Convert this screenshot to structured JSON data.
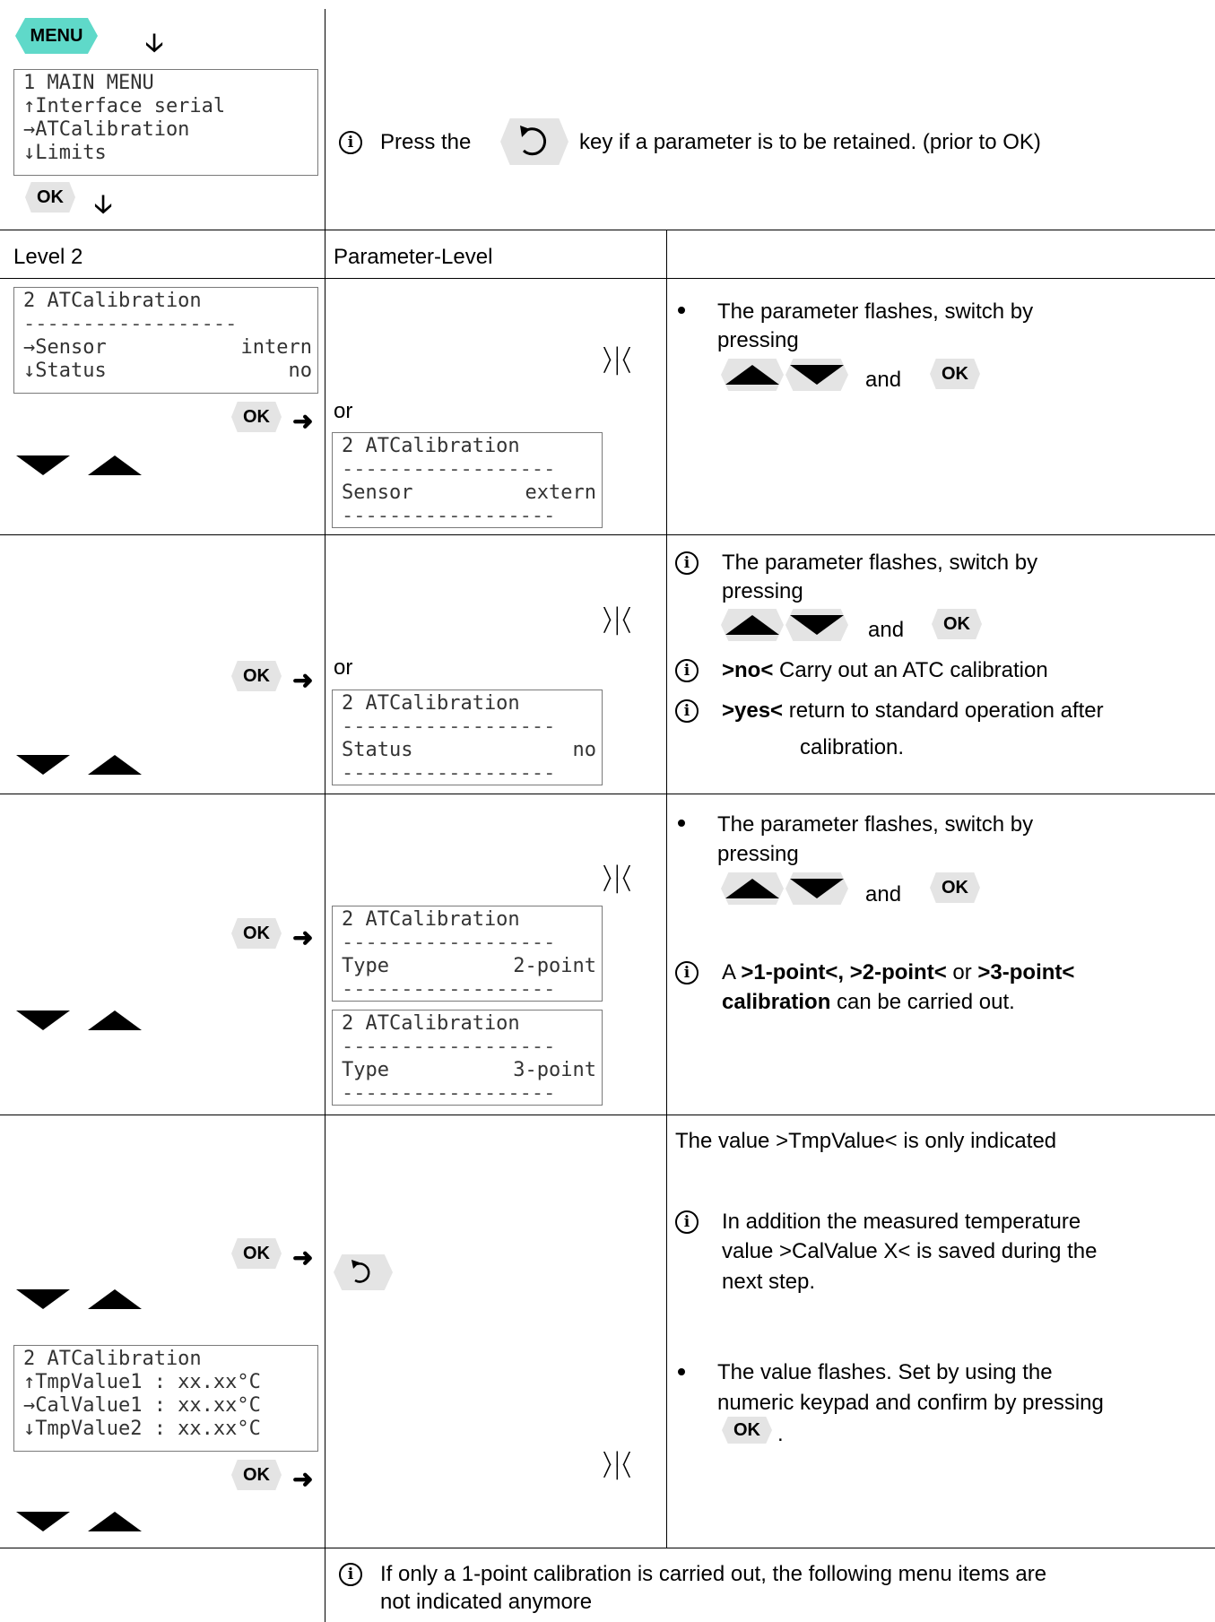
{
  "keys": {
    "menu": "MENU",
    "ok": "OK"
  },
  "icons": {
    "arrow_down": "arrow-down-icon",
    "arrow_right": "arrow-right-icon",
    "back": "back-key-icon",
    "info": "info-icon",
    "flash": "flashing-icon",
    "up": "up-key-icon",
    "down": "down-key-icon"
  },
  "top": {
    "lcd": [
      "1 MAIN MENU",
      "↑Interface serial",
      "→ATCalibration",
      "↓Limits"
    ],
    "note_pre": "Press the",
    "note_post": "key if a parameter is to be retained. (prior to OK)"
  },
  "headers": {
    "col1": "Level 2",
    "col2": "Parameter-Level",
    "col3": ""
  },
  "row1": {
    "lcd_left": {
      "title": "2 ATCalibration",
      "dashes": "------------------",
      "l1": "→Sensor",
      "v1": "intern",
      "l2": "↓Status",
      "v2": "no"
    },
    "or": "or",
    "lcd_param": {
      "title": "2 ATCalibration",
      "dashes": "------------------",
      "label": "Sensor",
      "value": "extern"
    },
    "text1": "The parameter flashes, switch by",
    "text2": "pressing",
    "and": "and"
  },
  "row2": {
    "or": "or",
    "lcd_param": {
      "title": "2 ATCalibration",
      "dashes": "------------------",
      "label": "Status",
      "value": "no"
    },
    "text1": "The parameter flashes, switch by",
    "text2": "pressing",
    "and": "and",
    "no_b": ">no<",
    "no_t": " Carry out an ATC calibration",
    "yes_b": ">yes<",
    "yes_t": " return to standard operation after",
    "yes_t2": "calibration."
  },
  "row3": {
    "lcd_a": {
      "title": "2 ATCalibration",
      "dashes": "------------------",
      "label": "Type",
      "value": "2-point"
    },
    "lcd_b": {
      "title": "2 ATCalibration",
      "dashes": "------------------",
      "label": "Type",
      "value": "3-point"
    },
    "text1": "The parameter flashes, switch by",
    "text2": "pressing",
    "and": "and",
    "a_pre": "A ",
    "a_b1": ">1-point<, >2-point<",
    "a_mid": " or ",
    "a_b2": ">3-point<",
    "a2_b": "calibration",
    "a2_t": " can be carried out."
  },
  "row4": {
    "lcd": {
      "title": "2 ATCalibration",
      "l1": "↑TmpValue1 : xx.xx°C",
      "l2": "→CalValue1 : xx.xx°C",
      "l3": "↓TmpValue2 : xx.xx°C"
    },
    "t1": "The value >TmpValue< is only indicated",
    "i1": "In addition the measured temperature",
    "i2": "value >CalValue X< is saved during the",
    "i3": "next step.",
    "b1": "The value flashes. Set by using the",
    "b2": "numeric keypad and confirm by pressing",
    "b3": "."
  },
  "footer": {
    "l1": "If only a 1-point calibration is carried out, the following menu items are",
    "l2": "not indicated anymore"
  }
}
